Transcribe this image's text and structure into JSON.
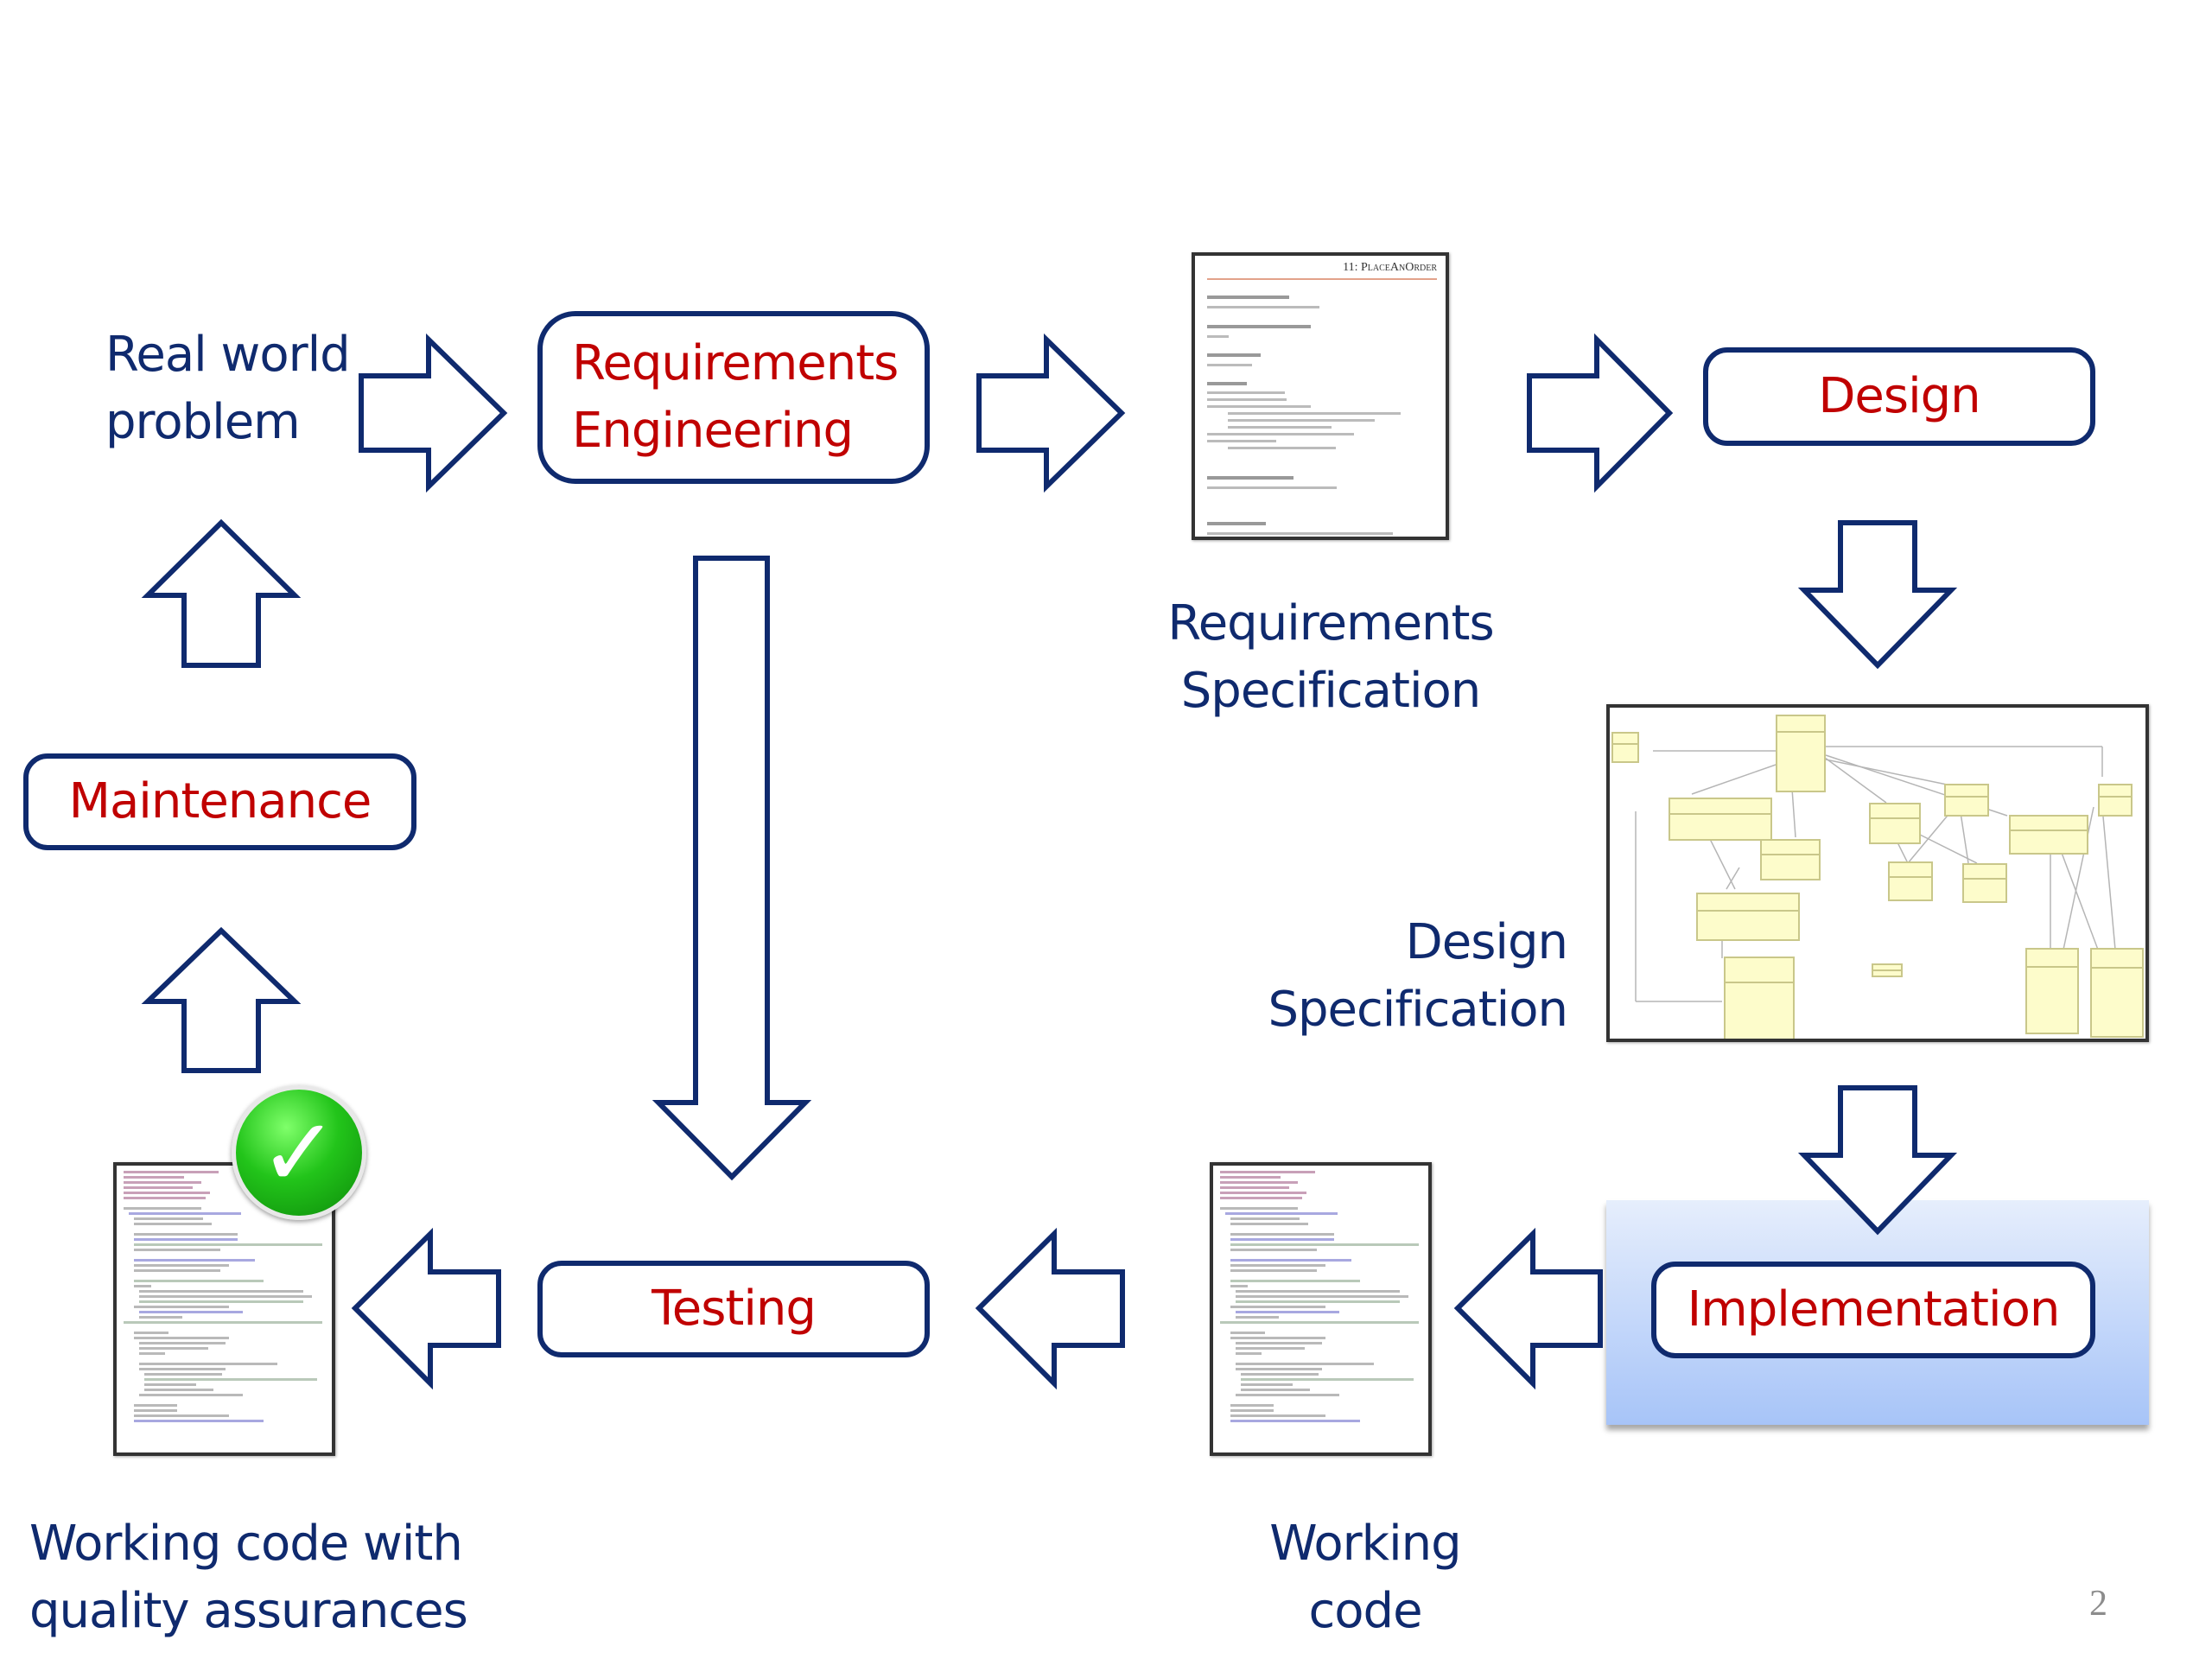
{
  "slide": {
    "page_number": "2",
    "colors": {
      "arrow_stroke": "#0f2a6e",
      "stage_text": "#c00000",
      "label_text": "#0f2a6e",
      "highlight_gradient_top": "#e6eefc",
      "highlight_gradient_bottom": "#a7c4f8"
    }
  },
  "labels": {
    "real_world_problem": [
      "Real world",
      "problem"
    ],
    "requirements_specification": [
      "Requirements",
      "Specification"
    ],
    "design_specification": [
      "Design",
      "Specification"
    ],
    "working_code": [
      "Working",
      "code"
    ],
    "working_code_qa": [
      "Working code with",
      "quality assurances"
    ]
  },
  "stages": {
    "requirements_engineering": [
      "Requirements",
      "Engineering"
    ],
    "design": "Design",
    "implementation": "Implementation",
    "testing": "Testing",
    "maintenance": "Maintenance"
  },
  "artifacts": {
    "requirements_doc": {
      "title": "11: PlaceAnOrder",
      "icon": "document-thumbnail"
    },
    "design_diagram": {
      "icon": "uml-class-diagram-thumbnail"
    },
    "working_code": {
      "icon": "source-code-thumbnail"
    },
    "verified_code": {
      "icon": "source-code-thumbnail",
      "badge": "check-mark-icon",
      "badge_glyph": "✓"
    }
  },
  "flow": [
    {
      "from": "Real world problem",
      "to": "Requirements Engineering",
      "direction": "right"
    },
    {
      "from": "Requirements Engineering",
      "to": "Requirements Specification",
      "direction": "right"
    },
    {
      "from": "Requirements Specification",
      "to": "Design",
      "direction": "right"
    },
    {
      "from": "Design",
      "to": "Design Specification",
      "direction": "down"
    },
    {
      "from": "Design Specification",
      "to": "Implementation",
      "direction": "down"
    },
    {
      "from": "Implementation",
      "to": "Working code",
      "direction": "left"
    },
    {
      "from": "Working code",
      "to": "Testing",
      "direction": "left"
    },
    {
      "from": "Requirements Engineering",
      "to": "Testing",
      "direction": "down"
    },
    {
      "from": "Testing",
      "to": "Working code with quality assurances",
      "direction": "left"
    },
    {
      "from": "Working code with quality assurances",
      "to": "Maintenance",
      "direction": "up"
    },
    {
      "from": "Maintenance",
      "to": "Real world problem",
      "direction": "up"
    }
  ]
}
